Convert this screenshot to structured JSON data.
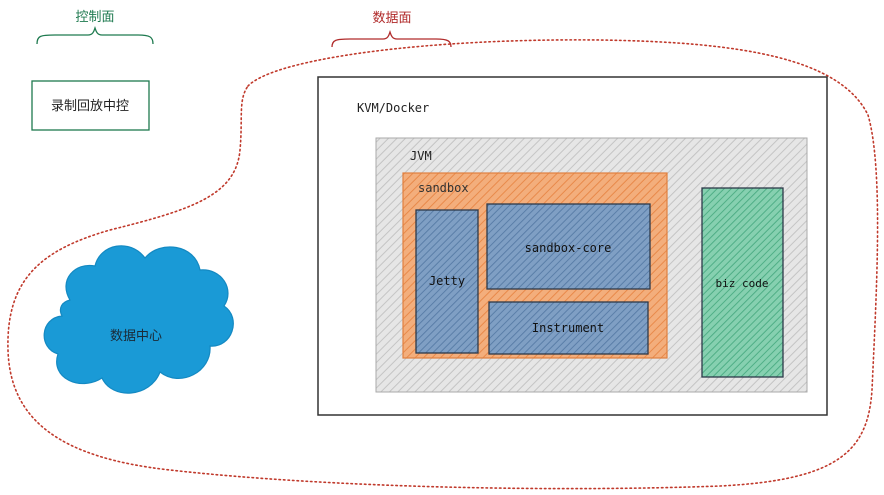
{
  "control_plane": {
    "label": "控制面",
    "box_label": "录制回放中控"
  },
  "data_plane": {
    "label": "数据面",
    "cloud_label": "数据中心"
  },
  "vm": {
    "label": "KVM/Docker"
  },
  "jvm": {
    "label": "JVM"
  },
  "sandbox": {
    "label": "sandbox",
    "jetty": "Jetty",
    "core": "sandbox-core",
    "instrument": "Instrument"
  },
  "biz": {
    "label": "biz code"
  },
  "colors": {
    "control_green": "#1e7a4f",
    "data_red": "#b02a2a",
    "sandbox_orange": "#f0a067",
    "module_blue": "#6c8fb8",
    "biz_green": "#6fc3a0",
    "cloud_blue": "#1a9ad6",
    "jvm_gray": "#d9d9d9"
  }
}
